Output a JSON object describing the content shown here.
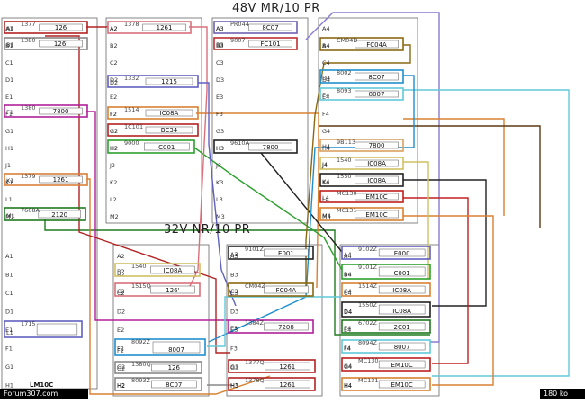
{
  "titles": {
    "top": "48V MR/10 PR",
    "middle": "32V NR/10 PR"
  },
  "footer": {
    "left": "Forum307.com",
    "right": "180 ko"
  },
  "sign": "LM10C",
  "column_a_pins": [
    "A1",
    "B1",
    "C1",
    "D1",
    "E1",
    "F1",
    "G1",
    "H1",
    "J1",
    "K1",
    "L1",
    "M1"
  ],
  "column_a_lower_pins": [
    "A1",
    "B1",
    "C1",
    "D1",
    "E1",
    "F1",
    "G1",
    "H1"
  ],
  "column_b_pins": [
    "A2",
    "B2",
    "C2",
    "D2",
    "E2",
    "F2",
    "G2",
    "H2",
    "J2",
    "K2",
    "L2",
    "M2"
  ],
  "column_b_lower_pins": [
    "A2",
    "B2",
    "C2",
    "D2",
    "E2",
    "F2",
    "G2",
    "H2"
  ],
  "column_c_pins": [
    "A3",
    "B3",
    "C3",
    "D3",
    "E3",
    "F3",
    "G3",
    "H3",
    "J3",
    "K3",
    "L3",
    "M3"
  ],
  "column_c_lower_pins": [
    "A3",
    "B3",
    "C3",
    "D3",
    "E3",
    "F3",
    "G3",
    "H3"
  ],
  "column_d_pins": [
    "A4",
    "B4",
    "C4",
    "D4",
    "E4",
    "F4",
    "G4",
    "H4",
    "J4",
    "K4",
    "L4",
    "M4"
  ],
  "column_d_lower_pins": [
    "A4",
    "B4",
    "C4",
    "D4",
    "E4",
    "F4",
    "G4",
    "H4"
  ],
  "modules": [
    {
      "id": "m1",
      "pin": "A1",
      "code": "1377",
      "value": "126",
      "color": "#b22222"
    },
    {
      "id": "m2",
      "pin": "B1",
      "code": "1380",
      "value": "126'",
      "color": "#888888"
    },
    {
      "id": "m3",
      "pin": "F1",
      "code": "1380",
      "value": "7800",
      "color": "#b0209a"
    },
    {
      "id": "m4",
      "pin": "K1",
      "code": "1379",
      "value": "1261",
      "color": "#d9803a"
    },
    {
      "id": "m5",
      "pin": "M1",
      "code": "7608A",
      "value": "2120",
      "color": "#1f7a1f"
    },
    {
      "id": "m6",
      "pin": "A2",
      "code": "1378",
      "value": "1261",
      "color": "#d9707a"
    },
    {
      "id": "m7",
      "pin": "D2",
      "code": "1332",
      "value": "1215",
      "color": "#6060c0"
    },
    {
      "id": "m8",
      "pin": "F2",
      "code": "1514",
      "value": "IC08A",
      "color": "#d98030"
    },
    {
      "id": "m9",
      "pin": "G2",
      "code": "1C101",
      "value": "BC34",
      "color": "#b22222"
    },
    {
      "id": "m10",
      "pin": "H2",
      "code": "9000",
      "value": "C001",
      "color": "#2ca02c"
    },
    {
      "id": "m11",
      "pin": "A3",
      "code": "PR044",
      "value": "8C07",
      "color": "#7060b0"
    },
    {
      "id": "m12",
      "pin": "B3",
      "code": "9007",
      "value": "FC101",
      "color": "#c03030"
    },
    {
      "id": "m13",
      "pin": "H3",
      "code": "9610A",
      "value": "7800",
      "color": "#222222"
    },
    {
      "id": "m14",
      "pin": "A4",
      "code": "CM04D",
      "value": "FC04A",
      "color": "#8b6914"
    },
    {
      "id": "m15",
      "pin": "D4",
      "code": "8002",
      "value": "8C07",
      "color": "#1f8fcf"
    },
    {
      "id": "m16",
      "pin": "E4",
      "code": "8093",
      "value": "8007",
      "color": "#60c8d8"
    },
    {
      "id": "m17",
      "pin": "H4",
      "code": "9B113",
      "value": "7800",
      "color": "#d9a060"
    },
    {
      "id": "m18",
      "pin": "J4",
      "code": "1540",
      "value": "IC08A",
      "color": "#d0c060"
    },
    {
      "id": "m19",
      "pin": "K4",
      "code": "1550",
      "value": "IC08A",
      "color": "#222222"
    },
    {
      "id": "m20",
      "pin": "L4",
      "code": "MC130",
      "value": "EM10C",
      "color": "#c02020"
    },
    {
      "id": "m21",
      "pin": "M4",
      "code": "MC131",
      "value": "EM10C",
      "color": "#d98030"
    },
    {
      "id": "m22",
      "pin": "L1",
      "code": "1715",
      "value": "",
      "color": "#6060c0"
    },
    {
      "id": "m23",
      "pin": "B2",
      "code": "1540",
      "value": "IC08A",
      "color": "#d0c060"
    },
    {
      "id": "m24",
      "pin": "C2",
      "code": "1515Q",
      "value": "126'",
      "color": "#d9707a"
    },
    {
      "id": "m25",
      "pin": "F2",
      "code": "8092Z",
      "value": "8007",
      "color": "#1f8fcf"
    },
    {
      "id": "m26",
      "pin": "G2",
      "code": "1380Q",
      "value": "126",
      "color": "#888888"
    },
    {
      "id": "m27",
      "pin": "H2",
      "code": "8093Z",
      "value": "8C07",
      "color": "#888888"
    },
    {
      "id": "m28",
      "pin": "A3",
      "code": "9101Z",
      "value": "E001",
      "color": "#222222"
    },
    {
      "id": "m29",
      "pin": "C3",
      "code": "CM04Z",
      "value": "FC04A",
      "color": "#8b6914"
    },
    {
      "id": "m30",
      "pin": "E3",
      "code": "1384Z",
      "value": "7208",
      "color": "#b0209a"
    },
    {
      "id": "m31",
      "pin": "G3",
      "code": "1377Q",
      "value": "1261",
      "color": "#b22222"
    },
    {
      "id": "m32",
      "pin": "H3",
      "code": "1378Q",
      "value": "1261",
      "color": "#b22222"
    },
    {
      "id": "m33",
      "pin": "A4",
      "code": "9102Z",
      "value": "E000",
      "color": "#6060c0"
    },
    {
      "id": "m34",
      "pin": "B4",
      "code": "9101Z",
      "value": "C001",
      "color": "#2ca02c"
    },
    {
      "id": "m35",
      "pin": "C4",
      "code": "1514Z",
      "value": "IC08A",
      "color": "#d98030"
    },
    {
      "id": "m36",
      "pin": "D4",
      "code": "1550Z",
      "value": "IC08A",
      "color": "#222222"
    },
    {
      "id": "m37",
      "pin": "E4",
      "code": "6702Z",
      "value": "2C01",
      "color": "#1f7a1f"
    },
    {
      "id": "m38",
      "pin": "F4",
      "code": "8094Z",
      "value": "8007",
      "color": "#60c8d8"
    },
    {
      "id": "m39",
      "pin": "G4",
      "code": "MC130",
      "value": "EM10C",
      "color": "#c02020"
    },
    {
      "id": "m40",
      "pin": "H4",
      "code": "MC131",
      "value": "EM10C",
      "color": "#d98030"
    }
  ]
}
